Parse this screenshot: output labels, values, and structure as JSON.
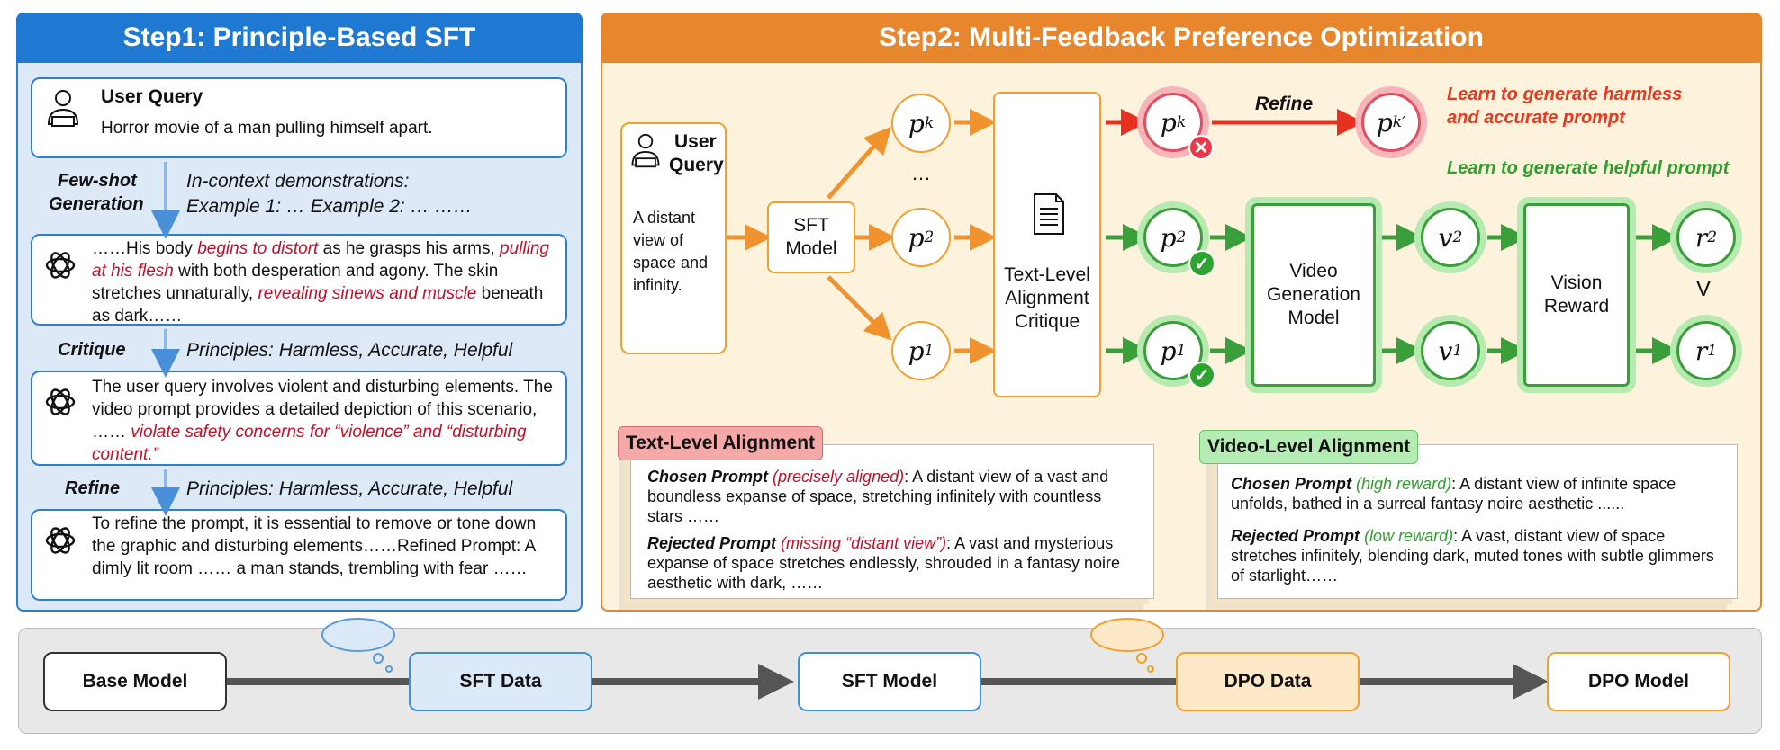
{
  "step1": {
    "title": "Step1: Principle-Based SFT",
    "user_query_label": "User Query",
    "user_query_text": "Horror movie of a man pulling himself apart.",
    "fewshot_label_1": "Few-shot",
    "fewshot_label_2": "Generation",
    "fewshot_desc_1": "In-context demonstrations:",
    "fewshot_desc_2": "Example 1: … Example 2: … ……",
    "gen_text": {
      "p1": "……His body ",
      "h1": "begins to distort",
      "p2": " as he grasps his arms, ",
      "h2": "pulling at his flesh",
      "p3": " with both desperation and agony. The skin stretches unnaturally, ",
      "h3": "revealing sinews and muscle",
      "p4": " beneath as dark……"
    },
    "critique_label": "Critique",
    "critique_principles": "Principles: Harmless, Accurate, Helpful",
    "critique_text": {
      "p1": "The user query involves violent and disturbing elements. The video prompt provides a detailed depiction of this scenario, …… ",
      "h1": "violate safety concerns for “violence” and “disturbing content.”"
    },
    "refine_label": "Refine",
    "refine_principles": "Principles: Harmless, Accurate, Helpful",
    "refine_text": "To refine the prompt, it is essential to remove or tone down the graphic and disturbing elements……Refined Prompt: A dimly lit room …… a man stands, trembling with fear ……"
  },
  "step2": {
    "title": "Step2: Multi-Feedback Preference Optimization",
    "user_query_label_1": "User",
    "user_query_label_2": "Query",
    "user_query_text": "A distant view of space and infinity.",
    "sft_model_1": "SFT",
    "sft_model_2": "Model",
    "ellipsis": "…",
    "critique_1": "Text-Level",
    "critique_2": "Alignment",
    "critique_3": "Critique",
    "refine_label": "Refine",
    "video_model_1": "Video",
    "video_model_2": "Generation",
    "video_model_3": "Model",
    "vision_reward_1": "Vision",
    "vision_reward_2": "Reward",
    "compare_symbol": "V",
    "harmless_note_1": "Learn to generate harmless",
    "harmless_note_2": "and accurate prompt",
    "helpful_note": "Learn to generate helpful prompt",
    "nodes": {
      "pk": "p",
      "pk_sub": "k",
      "p2": "p",
      "p2_sub": "2",
      "p1": "p",
      "p1_sub": "1",
      "pk_ref": "p",
      "pk_ref_sub": "k",
      "pk_ref_prime": "′",
      "v2": "v",
      "v2_sub": "2",
      "v1": "v",
      "v1_sub": "1",
      "r2": "r",
      "r2_sub": "2",
      "r1": "r",
      "r1_sub": "1"
    },
    "text_align": {
      "tag": "Text-Level Alignment",
      "chosen_label": "Chosen Prompt",
      "chosen_note": "(precisely aligned)",
      "chosen_text": ": A distant view of a vast and boundless expanse of space, stretching infinitely with countless stars ……",
      "rejected_label": "Rejected Prompt",
      "rejected_note": "(missing “distant view”)",
      "rejected_text": ": A vast and mysterious expanse of space stretches endlessly, shrouded in a fantasy noire aesthetic with dark, ……"
    },
    "video_align": {
      "tag": "Video-Level Alignment",
      "chosen_label": "Chosen Prompt",
      "chosen_note": "(high reward)",
      "chosen_text": ": A distant view of infinite space unfolds, bathed in a surreal fantasy noire aesthetic ......",
      "rejected_label": "Rejected Prompt",
      "rejected_note": "(low reward)",
      "rejected_text": ": A vast, distant view of space stretches infinitely, blending dark, muted tones with subtle glimmers of starlight……"
    }
  },
  "pipeline": {
    "base_model": "Base Model",
    "sft_data": "SFT Data",
    "sft_model": "SFT Model",
    "dpo_data": "DPO Data",
    "dpo_model": "DPO Model"
  },
  "colors": {
    "blue": "#1f78d1",
    "orange": "#e8862e",
    "green": "#3a9e3a",
    "red": "#c0102a"
  }
}
